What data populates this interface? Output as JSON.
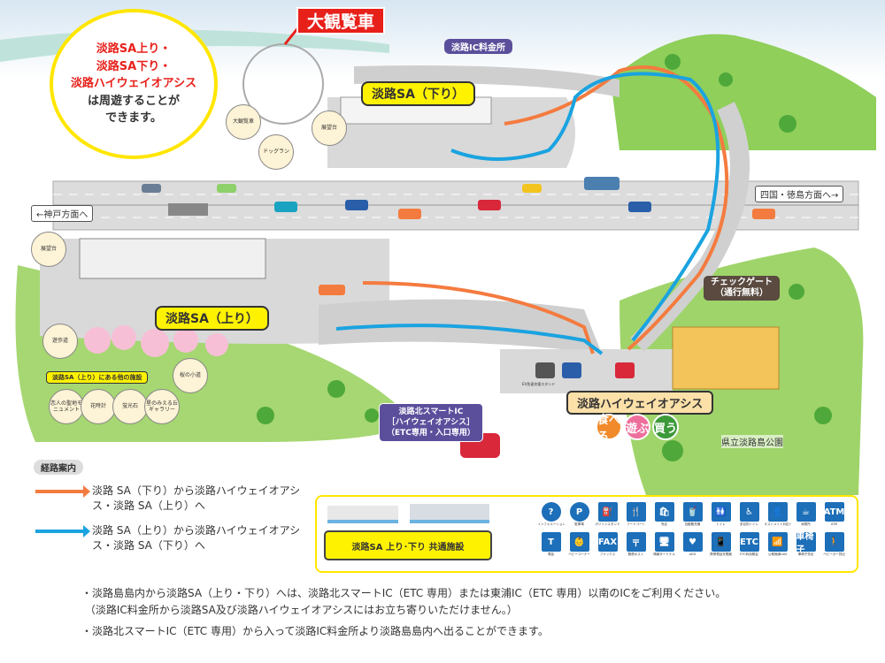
{
  "bubble": {
    "line1": "淡路SA上り・",
    "line2": "淡路SA下り・",
    "line3": "淡路ハイウェイオアシス",
    "line4": "は周遊することが",
    "line5": "できます。"
  },
  "map_labels": {
    "ferris_wheel_title": "大観覧車",
    "toll_gate": "淡路IC料金所",
    "sa_down": "淡路SA（下り）",
    "sa_up": "淡路SA（上り）",
    "to_kobe": "←神戸方面へ",
    "to_shikoku": "四国・徳島方面へ→",
    "check_gate_1": "チェックゲート",
    "check_gate_2": "（通行無料）",
    "oasis": "淡路ハイウェイオアシス",
    "smart_ic_1": "淡路北スマートIC",
    "smart_ic_2": "［ハイウェイオアシス］",
    "smart_ic_3": "（ETC専用・入口専用）",
    "park": "県立淡路島公園",
    "ev_stand": "EV急速充電スタンド",
    "other_facilities": "淡路SA（上り）にある他の施設",
    "eat": "食べる",
    "play": "遊ぶ",
    "buy": "買う"
  },
  "circles_down": [
    "大観覧車",
    "展望台",
    "ドッグラン"
  ],
  "circles_up": [
    "展望台",
    "遊歩道",
    "桜の小道",
    "恋人の聖地モニュメント",
    "花時計",
    "蛍光石",
    "星のみえる丘ギャラリー"
  ],
  "legend": {
    "title": "経路案内",
    "orange_text": "淡路 SA（下り）から淡路ハイウェイオアシス・淡路 SA（上り）へ",
    "blue_text": "淡路 SA（上り）から淡路ハイウェイオアシス・淡路 SA（下り）へ",
    "orange_color": "#f47b3f",
    "blue_color": "#1aa3e0"
  },
  "facilities": {
    "title": "淡路SA 上り･下り 共通施設",
    "icons": [
      {
        "glyph": "?",
        "label": "インフォメーション"
      },
      {
        "glyph": "P",
        "label": "駐車場"
      },
      {
        "glyph": "⛽",
        "label": "ガソリンスタンド"
      },
      {
        "glyph": "🍴",
        "label": "フードコート"
      },
      {
        "glyph": "🛍",
        "label": "売店"
      },
      {
        "glyph": "🥤",
        "label": "自動販売機"
      },
      {
        "glyph": "🚻",
        "label": "トイレ"
      },
      {
        "glyph": "♿",
        "label": "多目的トイレ"
      },
      {
        "glyph": "👤",
        "label": "オストメイト対応トイレ"
      },
      {
        "glyph": "☕",
        "label": "休憩所"
      },
      {
        "glyph": "ATM",
        "label": "ATM"
      },
      {
        "glyph": "T",
        "label": "電話"
      },
      {
        "glyph": "👶",
        "label": "ベビーコーナー"
      },
      {
        "glyph": "FAX",
        "label": "ファックス"
      },
      {
        "glyph": "〒",
        "label": "郵便ポスト"
      },
      {
        "glyph": "🖥",
        "label": "情報ターミナル"
      },
      {
        "glyph": "♥",
        "label": "AED"
      },
      {
        "glyph": "📱",
        "label": "携帯電話充電器"
      },
      {
        "glyph": "ETC",
        "label": "ETC利用照会"
      },
      {
        "glyph": "📶",
        "label": "公衆無線LAN"
      },
      {
        "glyph": "車椅子",
        "label": "車椅子貸出"
      },
      {
        "glyph": "🚶",
        "label": "ベビーカー貸出"
      }
    ]
  },
  "notes": [
    {
      "line1": "・淡路島島内から淡路SA（上り・下り）へは、淡路北スマートIC（ETC 専用）または東浦IC（ETC 専用）以南のICをご利用ください。",
      "line2": "（淡路IC料金所から淡路SA及び淡路ハイウェイオアシスにはお立ち寄りいただけません。）"
    },
    {
      "line1": "・淡路北スマートIC（ETC 専用）から入って淡路IC料金所より淡路島島内へ出ることができます。"
    }
  ]
}
